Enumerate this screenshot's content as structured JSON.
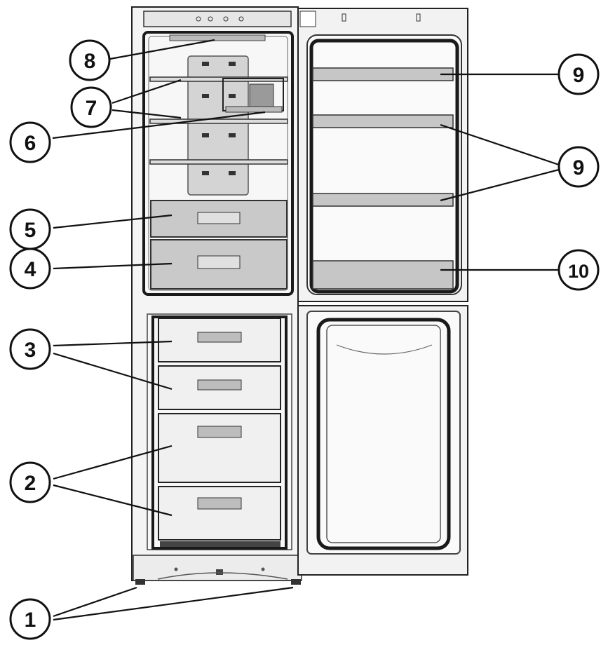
{
  "callouts": {
    "c1": "1",
    "c2": "2",
    "c3": "3",
    "c4": "4",
    "c5": "5",
    "c6": "6",
    "c7": "7",
    "c8": "8",
    "c9a": "9",
    "c9b": "9",
    "c10": "10"
  },
  "colors": {
    "outline": "#222222",
    "panel": "#cfcfcf",
    "shelf": "#bdbdbd",
    "dark": "#3a3a3a",
    "background": "#ffffff"
  }
}
